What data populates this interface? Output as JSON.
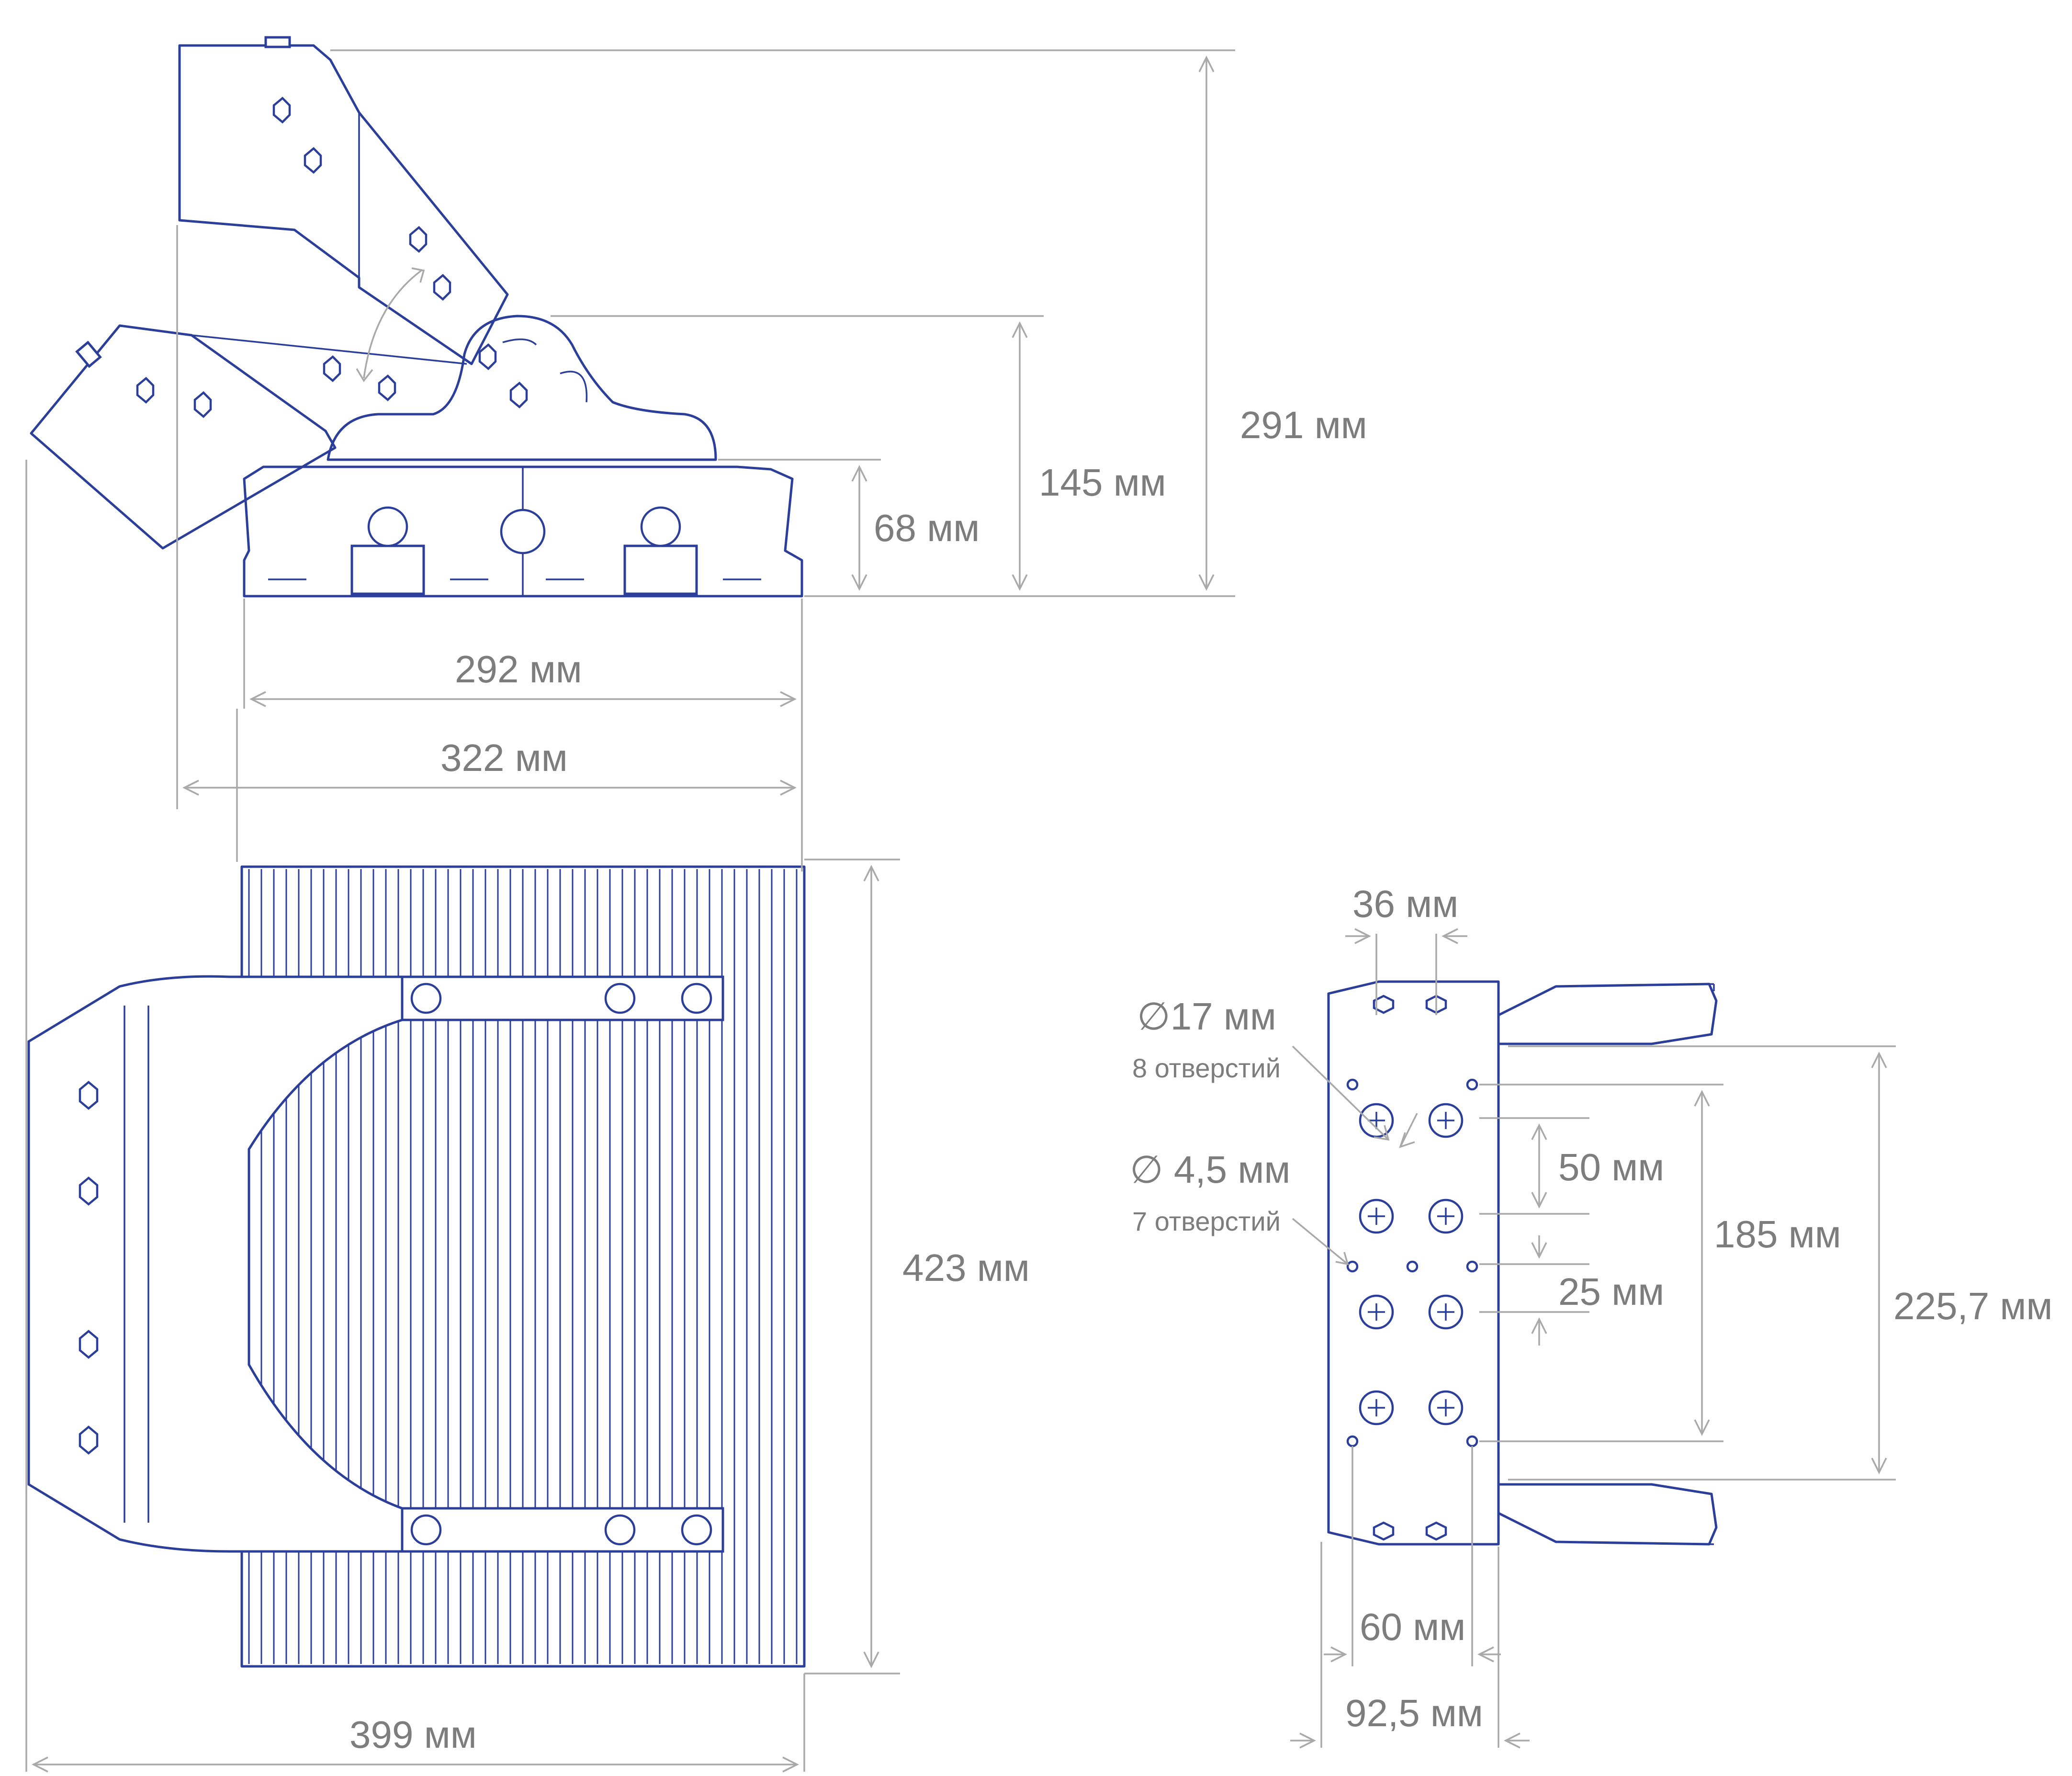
{
  "colors": {
    "outline": "#2b3f9a",
    "dimension": "#a9a9a9",
    "text": "#7d7d7d"
  },
  "dimensions": {
    "height_total": "291 мм",
    "height_with_bracket": "145 мм",
    "height_body": "68 мм",
    "width_body": "292 мм",
    "width_with_bracket": "322 мм",
    "length_body": "423 мм",
    "length_total": "399 мм",
    "mount_hole_spacing_x": "36 мм",
    "mount_hole_pitch": "50 мм",
    "mount_small_offset": "25 мм",
    "mount_span": "185 мм",
    "mount_outer": "225,7 мм",
    "mount_small_spacing_x": "60 мм",
    "mount_plate_width": "92,5 мм"
  },
  "holes": {
    "large_diameter": "∅17 мм",
    "large_count": "8 отверстий",
    "small_diameter": "∅ 4,5 мм",
    "small_count": "7 отверстий"
  },
  "icons": [
    "hex-nut-icon",
    "hole-cross-icon",
    "rotation-arrow-icon"
  ]
}
